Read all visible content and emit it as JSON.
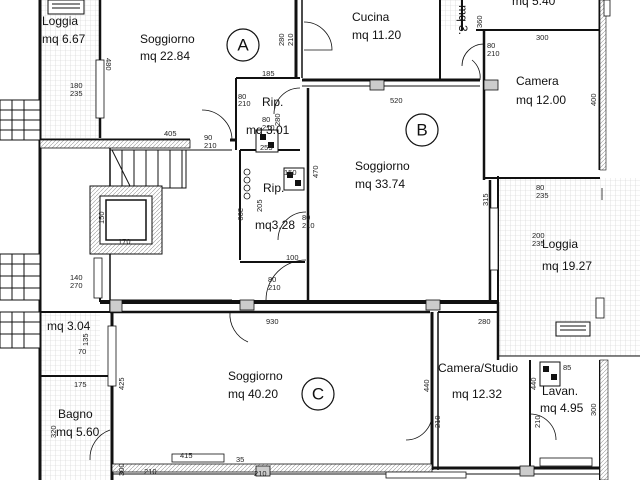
{
  "zones": [
    "A",
    "B",
    "C"
  ],
  "rooms": {
    "loggia_tl": {
      "name": "Loggia",
      "area": "mq 6.67"
    },
    "soggiorno_a": {
      "name": "Soggiorno",
      "area": "mq 22.84"
    },
    "cucina": {
      "name": "Cucina",
      "area": "mq 11.20"
    },
    "top_mid": {
      "area": "mq 3."
    },
    "top_right": {
      "area": "mq 5.40"
    },
    "camera": {
      "name": "Camera",
      "area": "mq 12.00"
    },
    "rip_1": {
      "name": "Rip.",
      "area": "mq 3.01"
    },
    "soggiorno_b": {
      "name": "Soggiorno",
      "area": "mq 33.74"
    },
    "rip_2": {
      "name": "Rip.",
      "area": "mq3.28"
    },
    "loggia_r": {
      "name": "Loggia",
      "area": "mq 19.27"
    },
    "small_l": {
      "area": "mq 3.04"
    },
    "soggiorno_c": {
      "name": "Soggiorno",
      "area": "mq 40.20"
    },
    "camera_studio": {
      "name": "Camera/Studio",
      "area": "mq 12.32"
    },
    "lavan": {
      "name": "Lavan.",
      "area": "mq 4.95"
    },
    "bagno": {
      "name": "Bagno",
      "area": "mq 5.60"
    }
  },
  "dims": {
    "d180_235a": "180",
    "d180_235b": "235",
    "d480": "480",
    "d280_a": "280",
    "d210_a": "210",
    "d185": "185",
    "d80_a": "80",
    "d210_b": "210",
    "d280_b": "280",
    "d300_a": "300",
    "d80_b": "80",
    "d210_c": "210",
    "d520": "520",
    "d400_a": "400",
    "d405": "405",
    "d90": "90",
    "d210_d": "210",
    "d80_c": "80",
    "d210_e": "210",
    "d255": "255",
    "d150": "150",
    "d470": "470",
    "d315": "315",
    "d80_d": "80",
    "d235_a": "235",
    "d300_b": "300",
    "d205": "205",
    "d80_e": "80",
    "d210_f": "210",
    "d200": "200",
    "d235_b": "235",
    "d150_b": "150",
    "d170": "170",
    "d100": "100",
    "d140": "140",
    "d270_a": "270",
    "d80_f": "80",
    "d210_g": "210",
    "d930": "930",
    "d280_c": "280",
    "d70": "70",
    "d135": "135",
    "d175": "175",
    "d425": "425",
    "d440_a": "440",
    "d210_h": "210",
    "d440_b": "440",
    "d210_i": "210",
    "d85": "85",
    "d300_c": "300",
    "d320": "320",
    "d415": "415",
    "d210_j": "210",
    "d35": "35",
    "d210_k": "210",
    "d300_d": "300",
    "d360": "360"
  }
}
